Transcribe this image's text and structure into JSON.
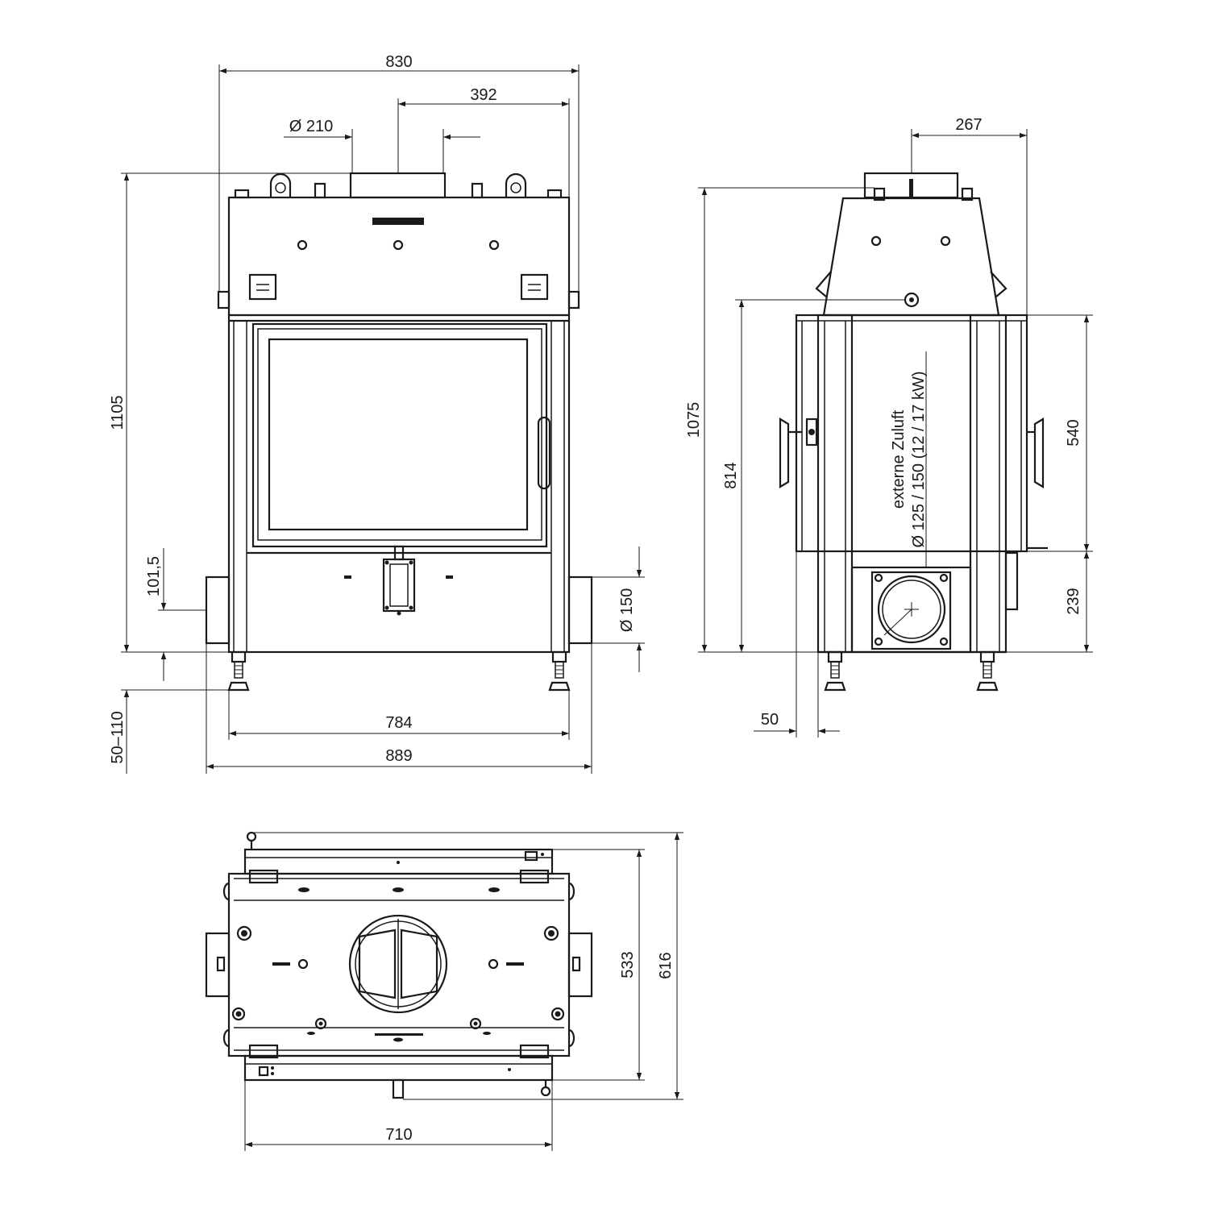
{
  "front": {
    "width_total": "830",
    "flue_offset": "392",
    "flue_diameter": "Ø 210",
    "height_total": "1105",
    "side_inlet_height": "101,5",
    "side_inlet_diameter": "Ø 150",
    "feet_adjust": "50–110",
    "width_body": "784",
    "width_with_inlets": "889"
  },
  "side": {
    "flue_depth": "267",
    "height_total": "1075",
    "height_inlet": "814",
    "height_upper": "540",
    "height_lower": "239",
    "foot_offset": "50",
    "air_note_1": "externe Zuluft",
    "air_note_2": "Ø 125 / 150 (12 / 17 kW)"
  },
  "top": {
    "depth_inner": "533",
    "depth_total": "616",
    "width": "710"
  }
}
